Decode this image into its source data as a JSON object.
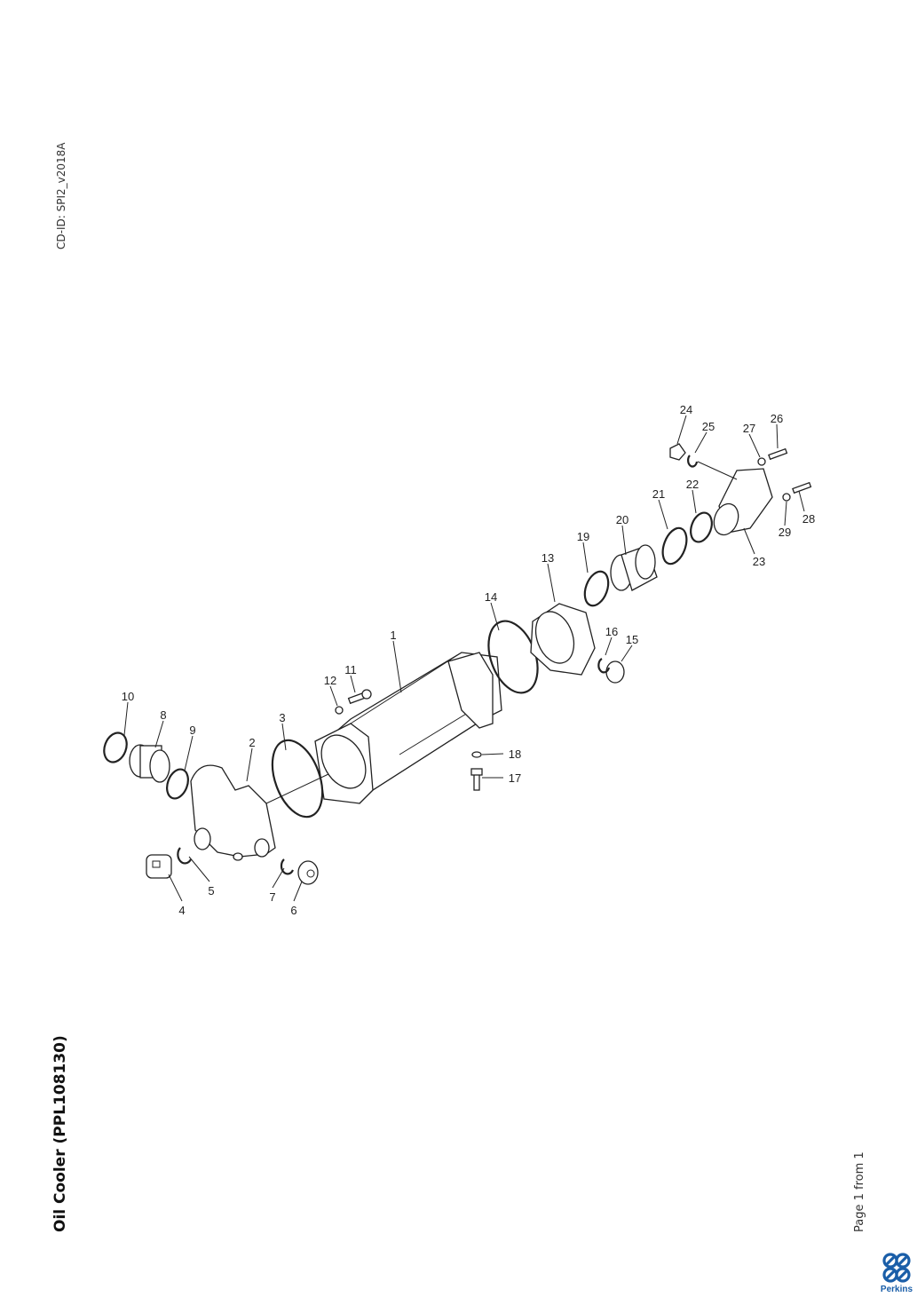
{
  "document": {
    "cd_id": "CD-ID: SPI2_v2018A",
    "title": "Oil Cooler (PPL108130)",
    "page_info": "Page 1 from 1",
    "logo_text": "Perkins",
    "brand_color": "#1a5ea8"
  },
  "callouts": [
    "1",
    "2",
    "3",
    "4",
    "5",
    "6",
    "7",
    "8",
    "9",
    "10",
    "11",
    "12",
    "13",
    "14",
    "15",
    "16",
    "17",
    "18",
    "19",
    "20",
    "21",
    "22",
    "23",
    "24",
    "25",
    "26",
    "27",
    "28",
    "29"
  ]
}
